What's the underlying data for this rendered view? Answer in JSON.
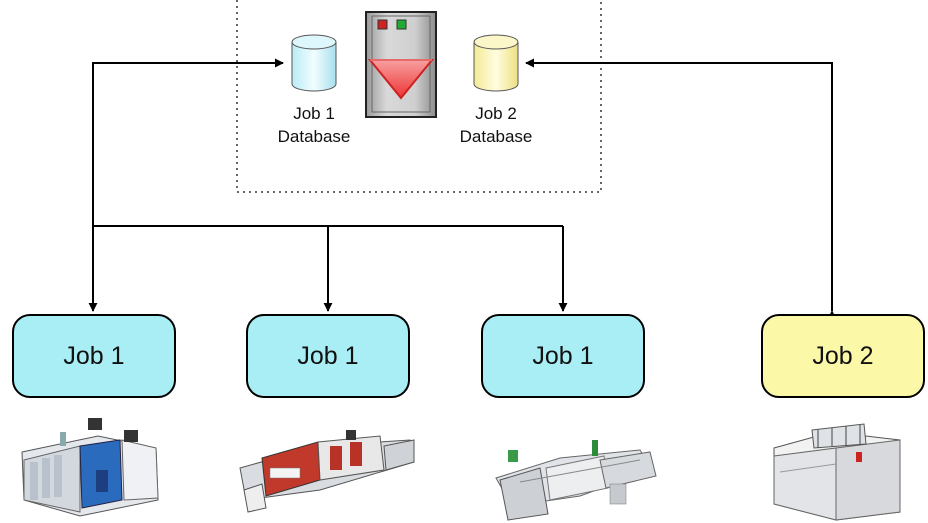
{
  "diagram": {
    "server": {
      "icon": "server-icon",
      "led_colors": [
        "#cc2222",
        "#22aa33"
      ],
      "accent_color": "#ee3333"
    },
    "databases": [
      {
        "icon": "database-icon",
        "line1": "Job 1",
        "line2": "Database",
        "color": "#d8f4fb"
      },
      {
        "icon": "database-icon",
        "line1": "Job 2",
        "line2": "Database",
        "color": "#fbf6bf"
      }
    ],
    "jobs": [
      {
        "label": "Job 1",
        "color": "#a9eef4",
        "machine_icon": "assembly-machine-icon"
      },
      {
        "label": "Job 1",
        "color": "#a9eef4",
        "machine_icon": "conveyor-machine-icon"
      },
      {
        "label": "Job 1",
        "color": "#a9eef4",
        "machine_icon": "conveyor-machine-icon"
      },
      {
        "label": "Job 2",
        "color": "#fbf8a8",
        "machine_icon": "workbench-machine-icon"
      }
    ]
  }
}
